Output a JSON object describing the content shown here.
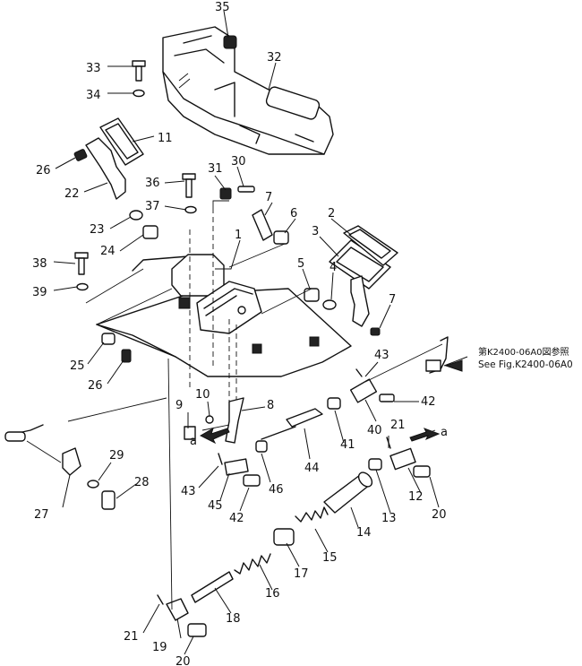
{
  "callouts": [
    "35",
    "32",
    "33",
    "34",
    "11",
    "26",
    "22",
    "23",
    "36",
    "31",
    "30",
    "37",
    "7",
    "6",
    "2",
    "3",
    "24",
    "1",
    "38",
    "39",
    "5",
    "4",
    "7",
    "25",
    "26",
    "43",
    "9",
    "10",
    "8",
    "40",
    "42",
    "41",
    "44",
    "a",
    "21",
    "a",
    "27",
    "29",
    "28",
    "43",
    "45",
    "42",
    "46",
    "12",
    "13",
    "20",
    "14",
    "15",
    "17",
    "16",
    "18",
    "21",
    "19",
    "20"
  ],
  "reference": {
    "jp": "第K2400-06A0図参照",
    "en": "See Fig.K2400-06A0"
  }
}
